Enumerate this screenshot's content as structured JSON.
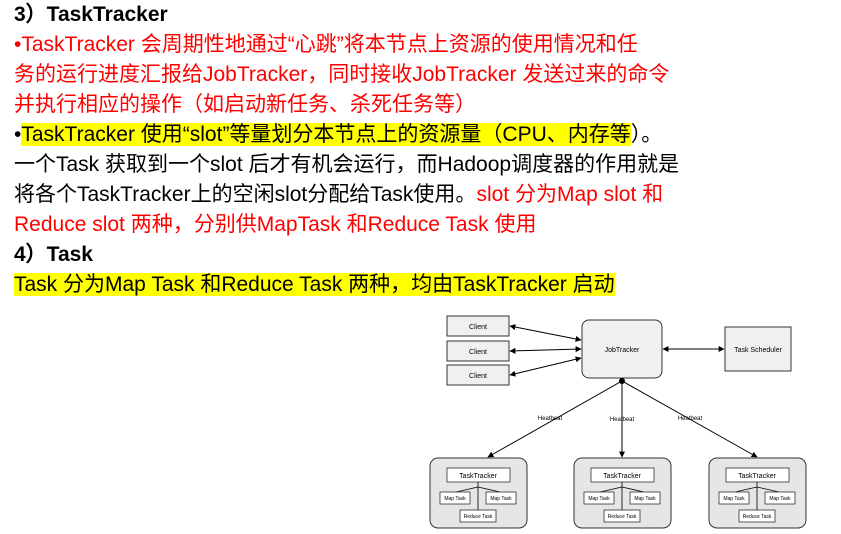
{
  "text": {
    "heading3": "3）TaskTracker",
    "p1_l1": "•TaskTracker 会周期性地通过“心跳”将本节点上资源的使用情况和任",
    "p1_l2": "务的运行进度汇报给JobTracker，同时接收JobTracker 发送过来的命令",
    "p1_l3": "并执行相应的操作（如启动新任务、杀死任务等）",
    "p2_l1_bullet": "•",
    "p2_l1_hl": "TaskTracker 使用“slot”等量划分本节点上的资源量（CPU、内存等",
    "p2_l1_end": "）。",
    "p2_l2": "一个Task 获取到一个slot 后才有机会运行，而Hadoop调度器的作用就是",
    "p2_l3_black": "将各个TaskTracker上的空闲slot分配给Task使用。",
    "p2_l3_red": "slot 分为Map slot 和",
    "p2_l4": "Reduce slot 两种，分别供MapTask 和Reduce Task 使用",
    "heading4": "4）Task",
    "p3": "Task 分为Map Task 和Reduce Task 两种，均由TaskTracker 启动"
  },
  "diagram": {
    "clients": [
      "Client",
      "Client",
      "Client"
    ],
    "jobtracker": "JobTracker",
    "scheduler": "Task Scheduler",
    "heartbeats": [
      "Heatbeat",
      "Heatbeat",
      "Heatbeat"
    ],
    "nodes": [
      {
        "tasktracker": "TaskTracker",
        "map1": "Map Task",
        "map2": "Map Task",
        "reduce": "Reduce Task"
      },
      {
        "tasktracker": "TaskTracker",
        "map1": "Map Task",
        "map2": "Map Task",
        "reduce": "Reduce Task"
      },
      {
        "tasktracker": "TaskTracker",
        "map1": "Map Task",
        "map2": "Map Task",
        "reduce": "Reduce Task"
      }
    ]
  }
}
